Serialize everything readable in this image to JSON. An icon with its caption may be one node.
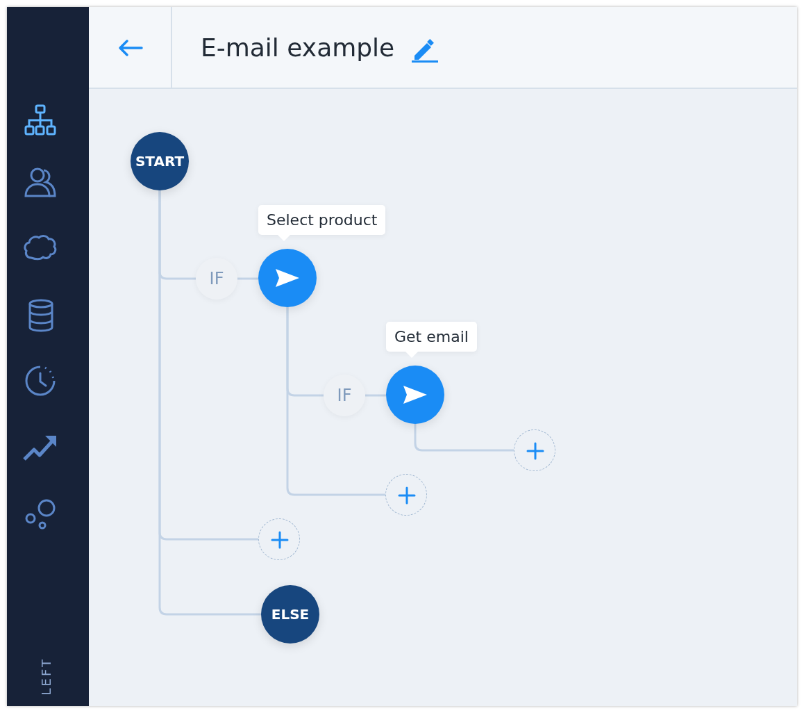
{
  "diagram": {
    "title": "E-mail example",
    "nodes": [
      {
        "text": [
          "START"
        ]
      },
      {
        "text": [
          "IF"
        ]
      },
      {
        "text": [],
        "shape": "circle",
        "beside": [
          "Select product"
        ]
      },
      {
        "text": [
          "IF"
        ]
      },
      {
        "text": [],
        "shape": "circle",
        "beside": [
          "Get email"
        ]
      },
      {
        "text": [],
        "shape": "circle"
      },
      {
        "text": [],
        "shape": "circle"
      },
      {
        "text": [],
        "shape": "circle"
      },
      {
        "text": [
          "ELSE"
        ]
      }
    ],
    "edges": [
      {
        "from": 0,
        "to": 1,
        "arrow": "none"
      },
      {
        "from": 1,
        "to": 2,
        "arrow": "none"
      },
      {
        "from": 2,
        "to": 3,
        "arrow": "none"
      },
      {
        "from": 3,
        "to": 4,
        "arrow": "none"
      },
      {
        "from": 4,
        "to": 5,
        "arrow": "none"
      },
      {
        "from": 2,
        "to": 6,
        "arrow": "none"
      },
      {
        "from": 0,
        "to": 7,
        "arrow": "none"
      },
      {
        "from": 0,
        "to": 8,
        "arrow": "none"
      }
    ],
    "labels": [
      "LEFT"
    ]
  }
}
